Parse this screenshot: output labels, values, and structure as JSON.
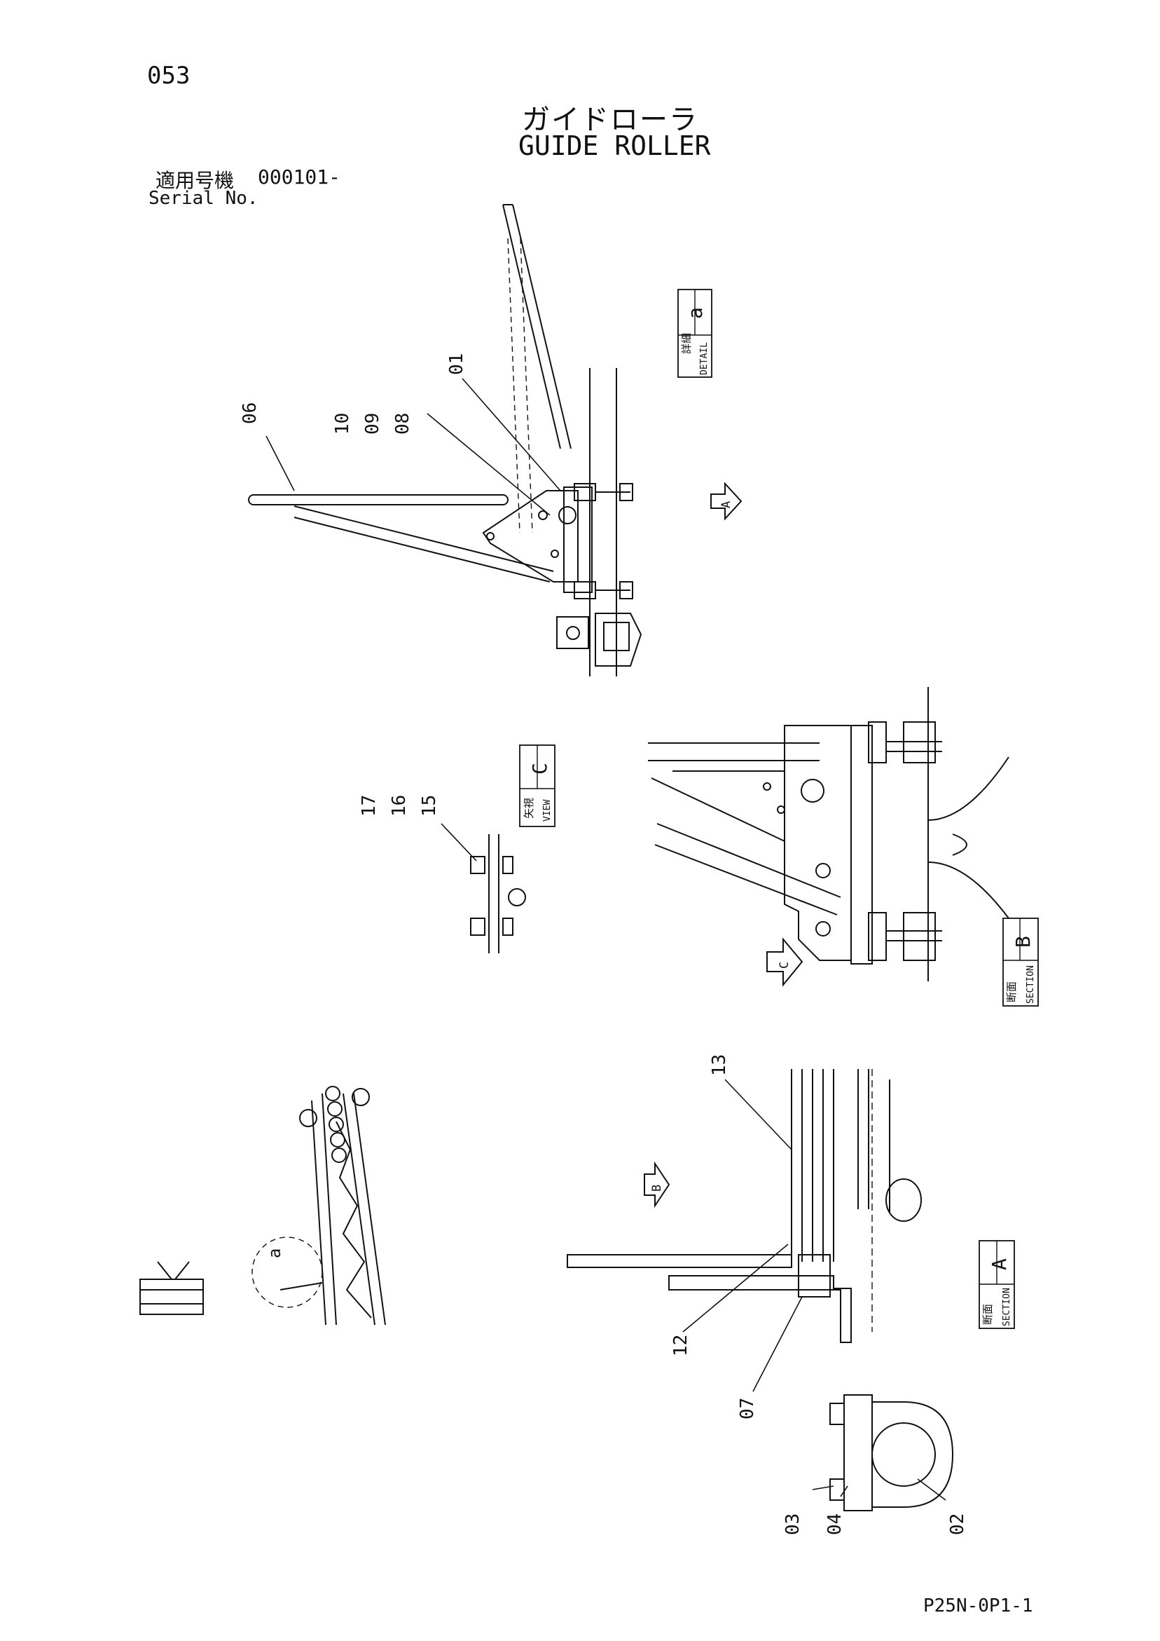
{
  "page_number": "053",
  "title_jp": "ガイドローラ",
  "title_en": "GUIDE ROLLER",
  "serial": {
    "label_jp": "適用号機",
    "value": "000101-",
    "label_en": "Serial No."
  },
  "drawing_code": "P25N-0P1-1",
  "views": {
    "detail_a": {
      "jp": "詳細",
      "en": "DETAIL",
      "letter": "a"
    },
    "view_c": {
      "jp": "矢視",
      "en": "VIEW",
      "letter": "C"
    },
    "section_b": {
      "jp": "断面",
      "en": "SECTION",
      "letter": "B"
    },
    "section_a": {
      "jp": "断面",
      "en": "SECTION",
      "letter": "A"
    }
  },
  "arrows": {
    "a": "A",
    "b": "B",
    "c": "C"
  },
  "callouts": {
    "p01": "01",
    "p02": "02",
    "p03": "03",
    "p04": "04",
    "p06": "06",
    "p07": "07",
    "p08": "08",
    "p09": "09",
    "p10": "10",
    "p12": "12",
    "p13": "13",
    "p15": "15",
    "p16": "16",
    "p17": "17"
  },
  "overview_detail_label": "a"
}
